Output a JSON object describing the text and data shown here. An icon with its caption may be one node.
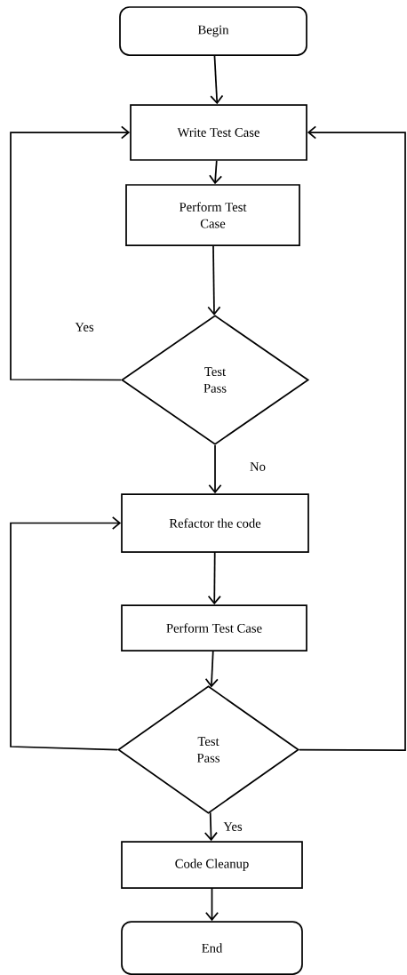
{
  "diagram": {
    "nodes": [
      {
        "text": [
          "Begin"
        ]
      },
      {
        "text": [
          "Write Test Case"
        ]
      },
      {
        "text": [
          "Perform Test Case"
        ]
      },
      {
        "text": [
          "Test Pass"
        ]
      },
      {
        "text": [
          "Refactor the code"
        ]
      },
      {
        "text": [
          "Perform Test Case"
        ]
      },
      {
        "text": [
          "Test Pass"
        ]
      },
      {
        "text": [
          "Code Cleanup"
        ]
      },
      {
        "text": [
          "End"
        ]
      }
    ],
    "edges": [
      {
        "from": 0,
        "to": 1,
        "arrow": "to"
      },
      {
        "from": 1,
        "to": 2,
        "arrow": "to"
      },
      {
        "from": 2,
        "to": 3,
        "arrow": "to"
      },
      {
        "from": 3,
        "to": 1,
        "arrow": "to",
        "label": "Yes"
      },
      {
        "from": 3,
        "to": 4,
        "arrow": "to",
        "label": "No"
      },
      {
        "from": 4,
        "to": 5,
        "arrow": "to"
      },
      {
        "from": 5,
        "to": 6,
        "arrow": "to"
      },
      {
        "from": 6,
        "to": 4,
        "arrow": "to"
      },
      {
        "from": 6,
        "to": 1,
        "arrow": "to"
      },
      {
        "from": 6,
        "to": 7,
        "arrow": "to",
        "label": "Yes"
      },
      {
        "from": 7,
        "to": 8,
        "arrow": "to"
      }
    ]
  }
}
